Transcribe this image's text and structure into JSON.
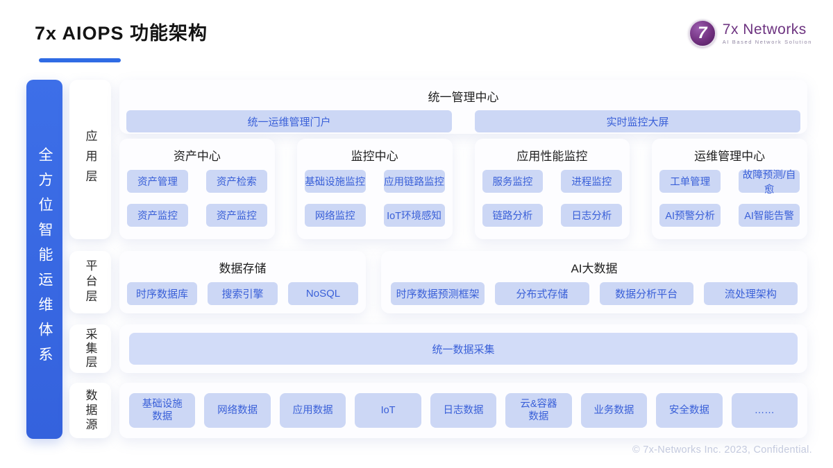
{
  "header": {
    "title": "7x AIOPS 功能架构",
    "logo": {
      "mark": "7",
      "name": "7x Networks",
      "tagline": "AI Based Network Solution"
    }
  },
  "side_banner": {
    "text": "全方位智能运维体系"
  },
  "layers": [
    {
      "label": "应用层"
    },
    {
      "label": "平台层"
    },
    {
      "label": "采集层"
    },
    {
      "label": "数据源"
    }
  ],
  "unified_mgmt": {
    "title": "统一管理中心",
    "chips": [
      "统一运维管理门户",
      "实时监控大屏"
    ]
  },
  "centers": [
    {
      "title": "资产中心",
      "chips": [
        "资产管理",
        "资产检索",
        "资产监控",
        "资产监控"
      ]
    },
    {
      "title": "监控中心",
      "chips": [
        "基础设施监控",
        "应用链路监控",
        "网络监控",
        "IoT环境感知"
      ]
    },
    {
      "title": "应用性能监控",
      "chips": [
        "服务监控",
        "进程监控",
        "链路分析",
        "日志分析"
      ]
    },
    {
      "title": "运维管理中心",
      "chips": [
        "工单管理",
        "故障预测/自愈",
        "AI预警分析",
        "AI智能告警"
      ]
    }
  ],
  "platform": {
    "storage": {
      "title": "数据存储",
      "chips": [
        "时序数据库",
        "搜索引擎",
        "NoSQL"
      ]
    },
    "aibigdata": {
      "title": "AI大数据",
      "chips": [
        "时序数据预测框架",
        "分布式存储",
        "数据分析平台",
        "流处理架构"
      ]
    }
  },
  "collection": {
    "chip": "统一数据采集"
  },
  "datasources": [
    "基础设施\n数据",
    "网络数据",
    "应用数据",
    "IoT",
    "日志数据",
    "云&容器\n数据",
    "业务数据",
    "安全数据",
    "……"
  ],
  "footer": {
    "copyright": "© 7x-Networks Inc. 2023, Confidential."
  },
  "colors": {
    "accent_blue": "#2f6be4",
    "banner_blue": "#3a6ae2",
    "chip_bg": "#ccd7f5",
    "chip_text": "#3a60d8",
    "logo_purple": "#6d3380"
  }
}
